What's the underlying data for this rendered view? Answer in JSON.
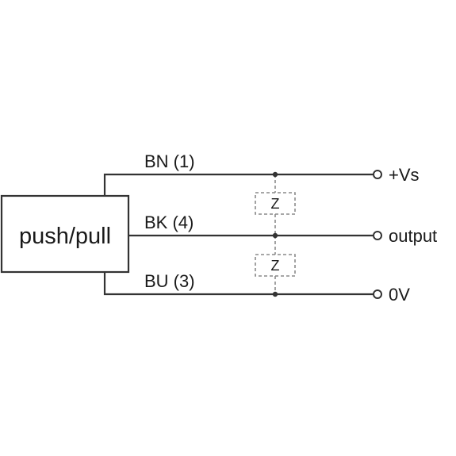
{
  "block": {
    "label": "push/pull"
  },
  "wires": [
    {
      "id": "bn",
      "label": "BN (1)",
      "terminal": "+Vs"
    },
    {
      "id": "bk",
      "label": "BK (4)",
      "terminal": "output"
    },
    {
      "id": "bu",
      "label": "BU (3)",
      "terminal": "0V"
    }
  ],
  "loads": [
    {
      "label": "Z"
    },
    {
      "label": "Z"
    }
  ],
  "colors": {
    "line": "#333333",
    "dashed": "#8a8a8a",
    "background": "#ffffff"
  }
}
